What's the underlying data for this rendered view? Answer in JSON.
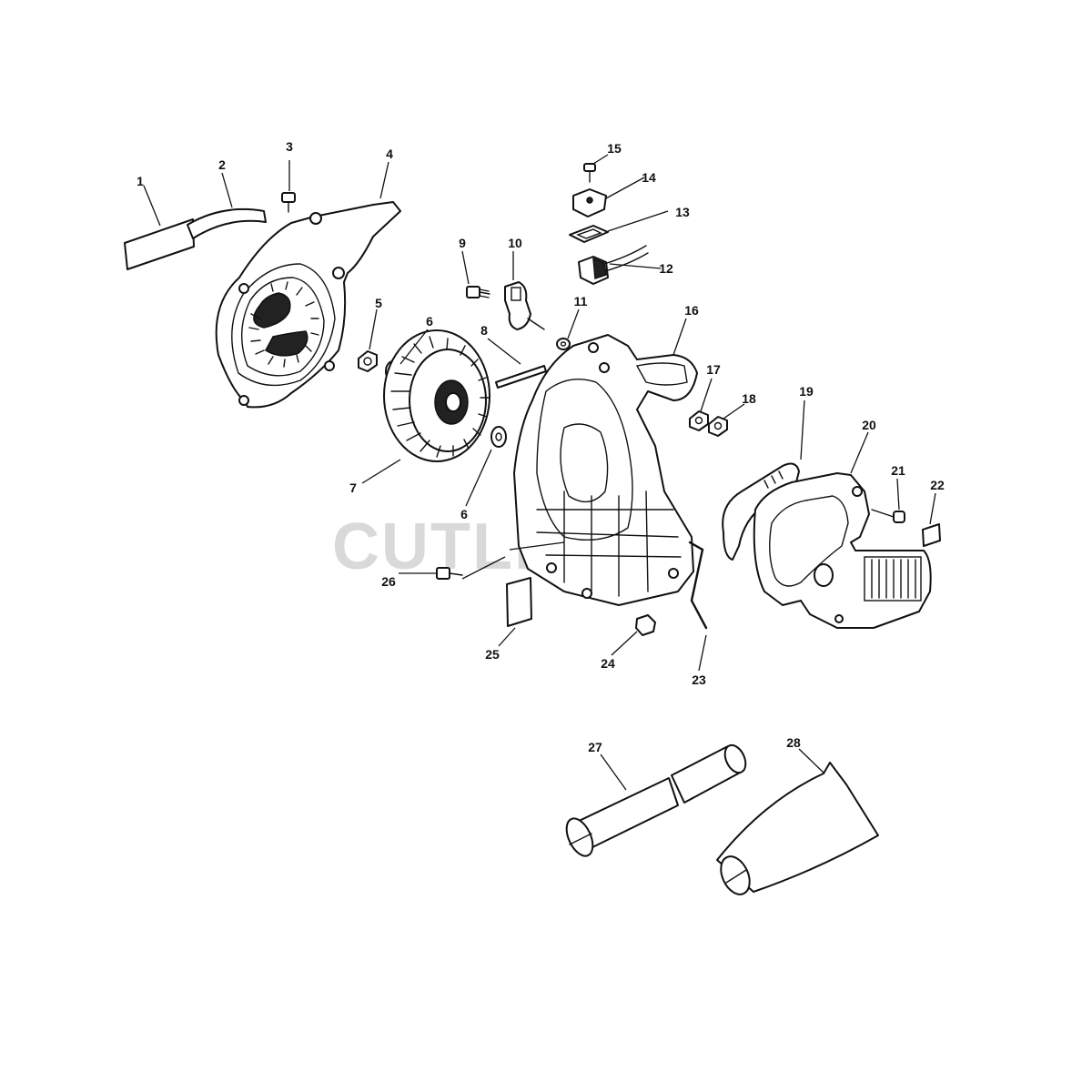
{
  "watermark": "CUTLER'S",
  "callouts": [
    {
      "id": "c1",
      "label": "1"
    },
    {
      "id": "c2",
      "label": "2"
    },
    {
      "id": "c3",
      "label": "3"
    },
    {
      "id": "c4",
      "label": "4"
    },
    {
      "id": "c5",
      "label": "5"
    },
    {
      "id": "c6a",
      "label": "6"
    },
    {
      "id": "c6b",
      "label": "6"
    },
    {
      "id": "c7",
      "label": "7"
    },
    {
      "id": "c8",
      "label": "8"
    },
    {
      "id": "c9",
      "label": "9"
    },
    {
      "id": "c10",
      "label": "10"
    },
    {
      "id": "c11",
      "label": "11"
    },
    {
      "id": "c12",
      "label": "12"
    },
    {
      "id": "c13",
      "label": "13"
    },
    {
      "id": "c14",
      "label": "14"
    },
    {
      "id": "c15",
      "label": "15"
    },
    {
      "id": "c16",
      "label": "16"
    },
    {
      "id": "c17",
      "label": "17"
    },
    {
      "id": "c18",
      "label": "18"
    },
    {
      "id": "c19",
      "label": "19"
    },
    {
      "id": "c20",
      "label": "20"
    },
    {
      "id": "c21",
      "label": "21"
    },
    {
      "id": "c22",
      "label": "22"
    },
    {
      "id": "c23",
      "label": "23"
    },
    {
      "id": "c24",
      "label": "24"
    },
    {
      "id": "c25",
      "label": "25"
    },
    {
      "id": "c26",
      "label": "26"
    },
    {
      "id": "c27",
      "label": "27"
    },
    {
      "id": "c28",
      "label": "28"
    }
  ]
}
